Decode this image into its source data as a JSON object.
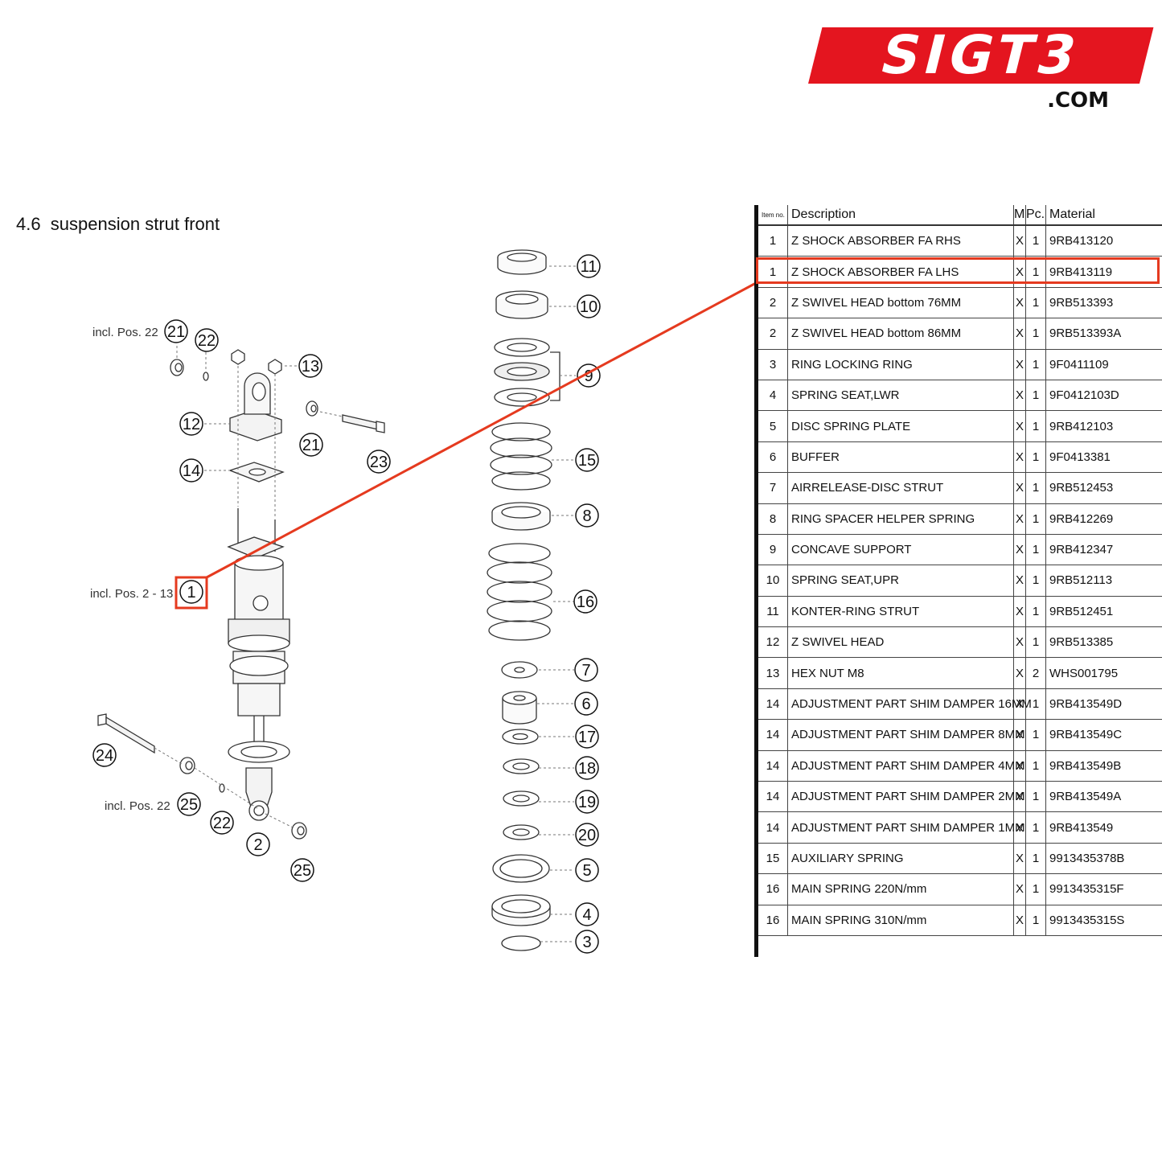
{
  "logo": {
    "brand": "SIGT3",
    "domain": ".COM"
  },
  "page_title": "4.6  suspension strut front",
  "table": {
    "headers": {
      "item": "Item no.",
      "description": "Description",
      "m": "M",
      "pc": "Pc.",
      "material": "Material"
    },
    "rows": [
      {
        "item": "1",
        "description": "Z SHOCK ABSORBER FA RHS",
        "m": "X",
        "pc": "1",
        "material": "9RB413120"
      },
      {
        "item": "1",
        "description": "Z SHOCK ABSORBER FA LHS",
        "m": "X",
        "pc": "1",
        "material": "9RB413119"
      },
      {
        "item": "2",
        "description": "Z SWIVEL HEAD bottom 76MM",
        "m": "X",
        "pc": "1",
        "material": "9RB513393"
      },
      {
        "item": "2",
        "description": "Z SWIVEL HEAD bottom 86MM",
        "m": "X",
        "pc": "1",
        "material": "9RB513393A"
      },
      {
        "item": "3",
        "description": "RING LOCKING RING",
        "m": "X",
        "pc": "1",
        "material": "9F0411109"
      },
      {
        "item": "4",
        "description": "SPRING SEAT,LWR",
        "m": "X",
        "pc": "1",
        "material": "9F0412103D"
      },
      {
        "item": "5",
        "description": "DISC SPRING PLATE",
        "m": "X",
        "pc": "1",
        "material": "9RB412103"
      },
      {
        "item": "6",
        "description": "BUFFER",
        "m": "X",
        "pc": "1",
        "material": "9F0413381"
      },
      {
        "item": "7",
        "description": "AIRRELEASE-DISC STRUT",
        "m": "X",
        "pc": "1",
        "material": "9RB512453"
      },
      {
        "item": "8",
        "description": "RING SPACER HELPER SPRING",
        "m": "X",
        "pc": "1",
        "material": "9RB412269"
      },
      {
        "item": "9",
        "description": "CONCAVE SUPPORT",
        "m": "X",
        "pc": "1",
        "material": "9RB412347"
      },
      {
        "item": "10",
        "description": "SPRING SEAT,UPR",
        "m": "X",
        "pc": "1",
        "material": "9RB512113"
      },
      {
        "item": "11",
        "description": "KONTER-RING STRUT",
        "m": "X",
        "pc": "1",
        "material": "9RB512451"
      },
      {
        "item": "12",
        "description": "Z SWIVEL HEAD",
        "m": "X",
        "pc": "1",
        "material": "9RB513385"
      },
      {
        "item": "13",
        "description": "HEX NUT M8",
        "m": "X",
        "pc": "2",
        "material": "WHS001795"
      },
      {
        "item": "14",
        "description": "ADJUSTMENT PART SHIM DAMPER 16MM",
        "m": "X",
        "pc": "1",
        "material": "9RB413549D"
      },
      {
        "item": "14",
        "description": "ADJUSTMENT PART SHIM DAMPER 8MM",
        "m": "X",
        "pc": "1",
        "material": "9RB413549C"
      },
      {
        "item": "14",
        "description": "ADJUSTMENT PART SHIM DAMPER 4MM",
        "m": "X",
        "pc": "1",
        "material": "9RB413549B"
      },
      {
        "item": "14",
        "description": "ADJUSTMENT PART SHIM DAMPER 2MM",
        "m": "X",
        "pc": "1",
        "material": "9RB413549A"
      },
      {
        "item": "14",
        "description": "ADJUSTMENT PART SHIM DAMPER 1MM",
        "m": "X",
        "pc": "1",
        "material": "9RB413549"
      },
      {
        "item": "15",
        "description": "AUXILIARY SPRING",
        "m": "X",
        "pc": "1",
        "material": "9913435378B"
      },
      {
        "item": "16",
        "description": "MAIN SPRING 220N/mm",
        "m": "X",
        "pc": "1",
        "material": "9913435315F"
      },
      {
        "item": "16",
        "description": "MAIN SPRING 310N/mm",
        "m": "X",
        "pc": "1",
        "material": "9913435315S"
      }
    ],
    "highlighted_row": 2
  },
  "diagram": {
    "notes": {
      "incl_21": "incl. Pos. 22",
      "incl_1": "incl. Pos. 2 - 13",
      "incl_25": "incl. Pos. 22"
    },
    "callouts": [
      "1",
      "2",
      "3",
      "4",
      "5",
      "6",
      "7",
      "8",
      "9",
      "10",
      "11",
      "12",
      "13",
      "14",
      "15",
      "16",
      "17",
      "18",
      "19",
      "20",
      "21",
      "22",
      "23",
      "24",
      "25"
    ],
    "highlight_color": "#e53a1f"
  },
  "colors": {
    "brand_red": "#e4151f",
    "highlight": "#e53a1f"
  }
}
